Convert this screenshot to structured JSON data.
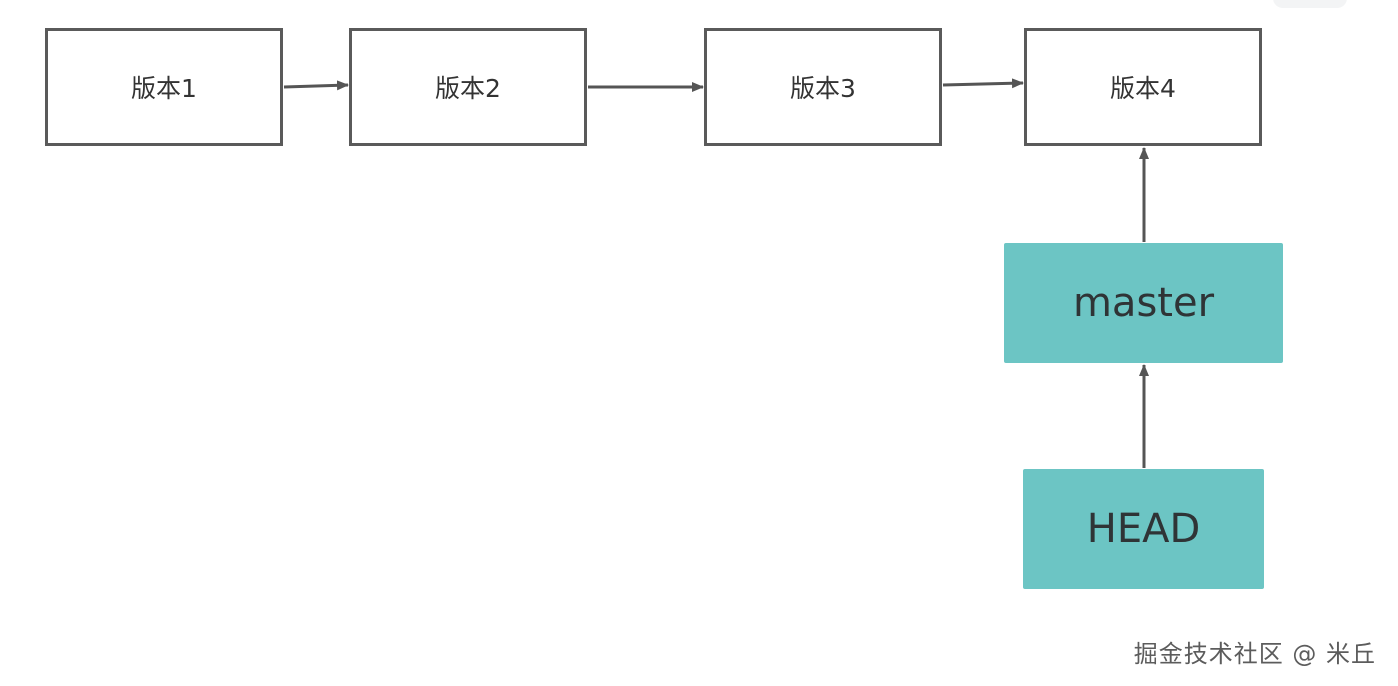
{
  "diagram": {
    "versions": [
      {
        "label": "版本1"
      },
      {
        "label": "版本2"
      },
      {
        "label": "版本3"
      },
      {
        "label": "版本4"
      }
    ],
    "branch": {
      "label": "master"
    },
    "head": {
      "label": "HEAD"
    },
    "colors": {
      "box_border": "#5a5a5a",
      "arrow": "#555555",
      "pointer_fill": "#6cc5c4",
      "text": "#333333"
    }
  },
  "watermark": "掘金技术社区 @ 米丘"
}
